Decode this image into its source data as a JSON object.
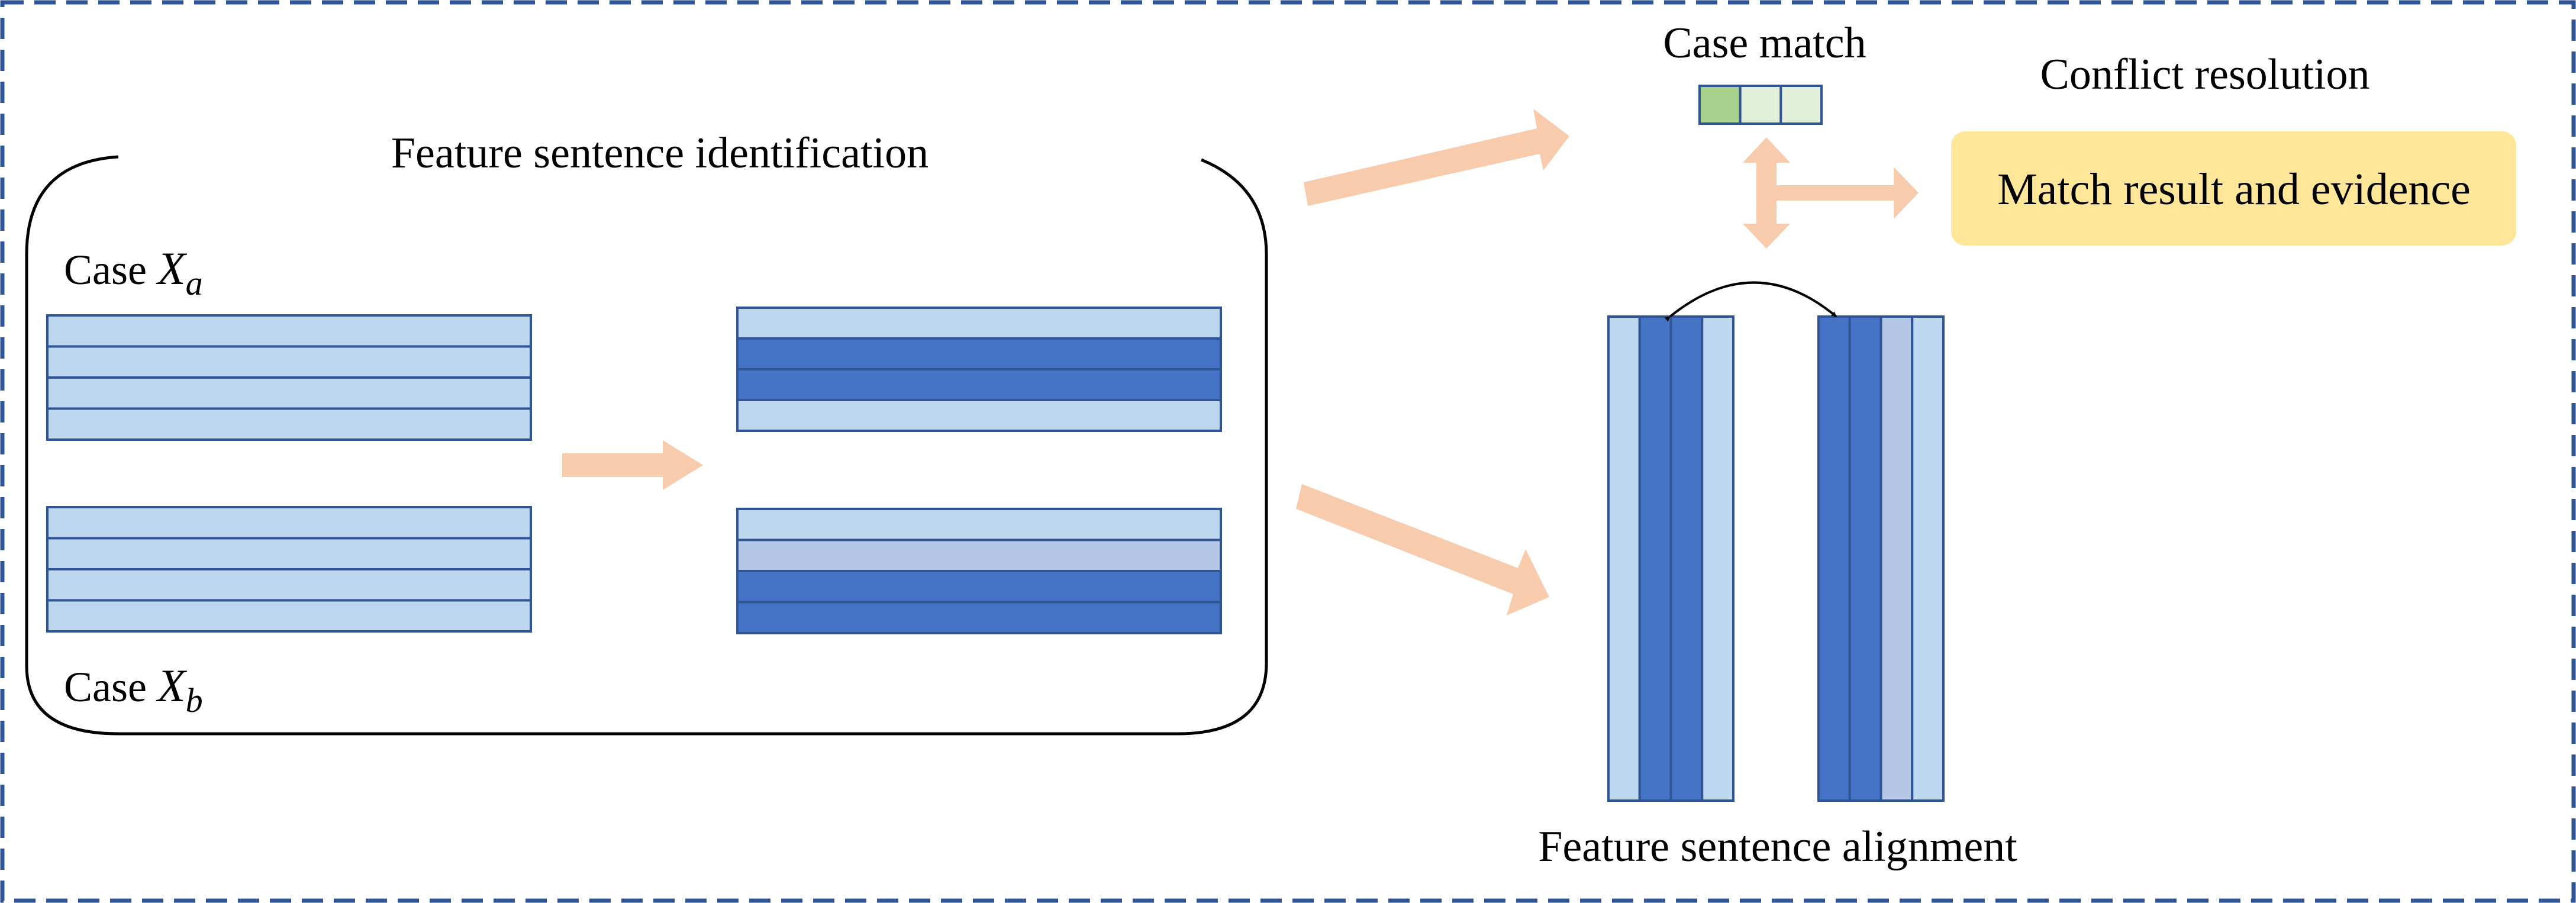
{
  "diagram": {
    "labels": {
      "feature_identification": "Feature sentence identification",
      "case_a_prefix": "Case ",
      "case_a_var": "X",
      "case_a_sub": "a",
      "case_b_prefix": "Case ",
      "case_b_var": "X",
      "case_b_sub": "b",
      "case_match": "Case match",
      "conflict_resolution": "Conflict resolution",
      "match_result": "Match result and evidence",
      "feature_alignment": "Feature sentence alignment"
    },
    "colors": {
      "frame_dash": "#2F5597",
      "stripe_light": "#BDD7EE",
      "stripe_dark": "#4472C4",
      "stripe_mid": "#B4C7E7",
      "stripe_border": "#2F5597",
      "arrow": "#F8CBAD",
      "match_cell_green": "#A9D18E",
      "match_cell_pale": "#E2F0D9",
      "result_fill": "#FFE699"
    },
    "stripe_states": {
      "case_a_input": [
        "light",
        "light",
        "light",
        "light"
      ],
      "case_b_input": [
        "light",
        "light",
        "light",
        "light"
      ],
      "case_a_identified": [
        "light",
        "dark",
        "dark",
        "light"
      ],
      "case_b_identified": [
        "light",
        "mid",
        "dark",
        "dark"
      ],
      "aligned_left": [
        "light",
        "dark",
        "dark",
        "light"
      ],
      "aligned_right": [
        "dark",
        "dark",
        "mid",
        "light"
      ],
      "match_cells": [
        "green",
        "pale",
        "pale"
      ]
    }
  }
}
